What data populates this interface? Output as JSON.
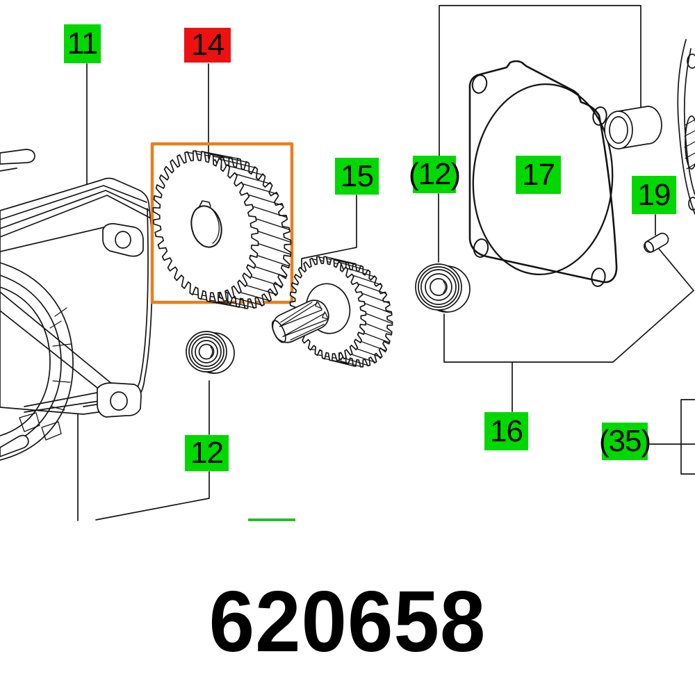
{
  "diagram": {
    "part_number": "620658",
    "labels": [
      {
        "ref": "11",
        "text": "11",
        "style": "green"
      },
      {
        "ref": "14",
        "text": "14",
        "style": "red",
        "highlighted": true
      },
      {
        "ref": "15",
        "text": "15",
        "style": "green"
      },
      {
        "ref": "12",
        "text": "(12)",
        "style": "green"
      },
      {
        "ref": "17",
        "text": "17",
        "style": "green"
      },
      {
        "ref": "19",
        "text": "19",
        "style": "green"
      },
      {
        "ref": "12",
        "text": "12",
        "style": "green"
      },
      {
        "ref": "16",
        "text": "16",
        "style": "green"
      },
      {
        "ref": "35",
        "text": "(35)",
        "style": "green"
      }
    ],
    "colors": {
      "label_green": "#00d800",
      "label_red": "#ee1111",
      "highlight_box_orange": "#e87f1e",
      "line_black": "#141414"
    }
  }
}
